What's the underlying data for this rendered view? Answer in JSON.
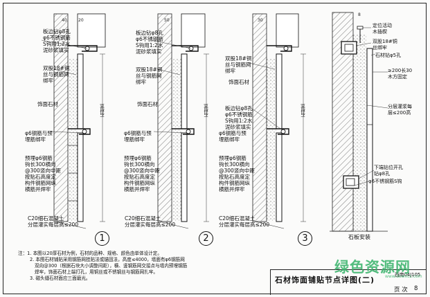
{
  "detail_1": {
    "labels": {
      "edge_anchor": "板边钻φ8孔\nφ6不锈钢筋\nS钩用1:2水\n泥砂浆填实",
      "copper_wire": "双股18#铜\n丝与钢筋网\n绑牢",
      "facing_stone": "饰面石材",
      "rebar_bind": "φ6钢筋与预\n埋筋绑牢",
      "embedded_rebar": "预埋φ6钢筋\n钩长300横向\n@300竖向中距\n按贴石高度定\n构件钢筋网纵\n横筋并焊牢",
      "concrete_fill": "C20细石混凝土\n分层灌实每层高≤200"
    },
    "number": "1",
    "vertical_label": "石材宽"
  },
  "detail_2": {
    "labels": {
      "edge_anchor": "板边钻φ8孔\nφ6不锈钢筋\nS钩用1:2水\n泥砂浆填实",
      "copper_wire": "双股18#铜\n丝与钢筋网\n绑牢",
      "facing_stone": "饰面石材",
      "rebar_bind": "φ6钢筋与预\n埋筋绑牢",
      "embedded_rebar": "预埋φ6钢筋\n钩长300横向\n@300竖向中距\n按贴石高度定\n构件钢筋网纵\n横筋并焊牢",
      "concrete_fill": "C20细石混凝土\n分层灌实每层高≤200"
    },
    "number": "2",
    "vertical_label": "石材宽"
  },
  "detail_3": {
    "labels": {
      "copper_wire": "双股18#铜\n丝与钢筋网\n绑牢",
      "facing_stone": "饰面石材",
      "edge_anchor": "板边钻φ8孔\nφ6不锈钢筋\nS钩用1:2水\n泥砂浆填实",
      "rebar_bind": "φ6钢筋与预\n埋筋绑牢",
      "embedded_rebar": "预埋φ6钢筋\n钩长300横向\n@300竖向中距\n按贴石高度定\n构件钢筋网纵\n横筋并焊牢",
      "concrete_fill": "C20细石混凝土\n分层灌实每层高≤200"
    },
    "number": "3",
    "vertical_label": "石材宽"
  },
  "stone_install": {
    "labels": {
      "positioning_plug": "定位活动\n木插楔",
      "copper_wire_bind": "双股18#铜\n丝绑牢",
      "stone_drill": "石材钻φ5孔",
      "wood_frame": "≥200长30\n木方固定",
      "layered_pour": "分层灌浆每\n层≤200高",
      "bottom_drill": "下端钻位开孔\n钻φ8孔",
      "stainless_hook": "φ6不锈钢筋S钩"
    },
    "caption": "石板安装"
  },
  "dimensions": {
    "d40": "40",
    "d20": "20",
    "d50": "50",
    "d30": "30",
    "d8": "8"
  },
  "notes": {
    "lines": [
      "注：1. 本图以20厚石材为例，石材的品种、规格、颜色由单体设计定。",
      "2. 本图石材铺贴采用钢筋网挂贴法或锚固法，高度≤4000，墙面有φ6钢筋网",
      "双向@300（根据石块大小调整间距），横、竖钢筋网交接点与墙内预埋钢筋",
      "焊牢，饰面石材上端打孔，用铜丝或不锈钢丝与钢筋网扎牢。",
      "3. 磁头缝石材面应三面磨光。"
    ]
  },
  "title_block": {
    "title": "石材饰面铺贴节点详图(二)",
    "atlas_code": "西南04J105",
    "page_label": "页 次",
    "page_number": "8"
  },
  "watermark": {
    "text": "绿色资源网",
    "url": "www.downcc.com"
  }
}
